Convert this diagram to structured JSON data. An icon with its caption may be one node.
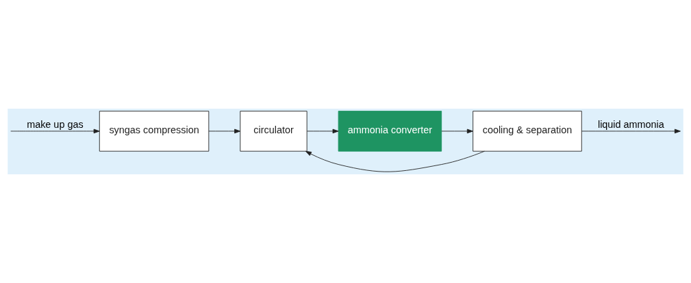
{
  "diagram": {
    "nodes": [
      {
        "text": [
          "syngas compression"
        ]
      },
      {
        "text": [
          "circulator"
        ]
      },
      {
        "text": [
          "ammonia converter"
        ]
      },
      {
        "text": [
          "cooling & separation"
        ]
      }
    ],
    "edges": [
      {
        "from": null,
        "to": 0,
        "arrow": "to",
        "label": "make up gas"
      },
      {
        "from": 0,
        "to": 1,
        "arrow": "to"
      },
      {
        "from": 1,
        "to": 2,
        "arrow": "to"
      },
      {
        "from": 2,
        "to": 3,
        "arrow": "to"
      },
      {
        "from": 3,
        "to": 1,
        "arrow": "to"
      },
      {
        "from": 3,
        "to": null,
        "arrow": "to",
        "label": "liquid ammonia"
      }
    ]
  }
}
